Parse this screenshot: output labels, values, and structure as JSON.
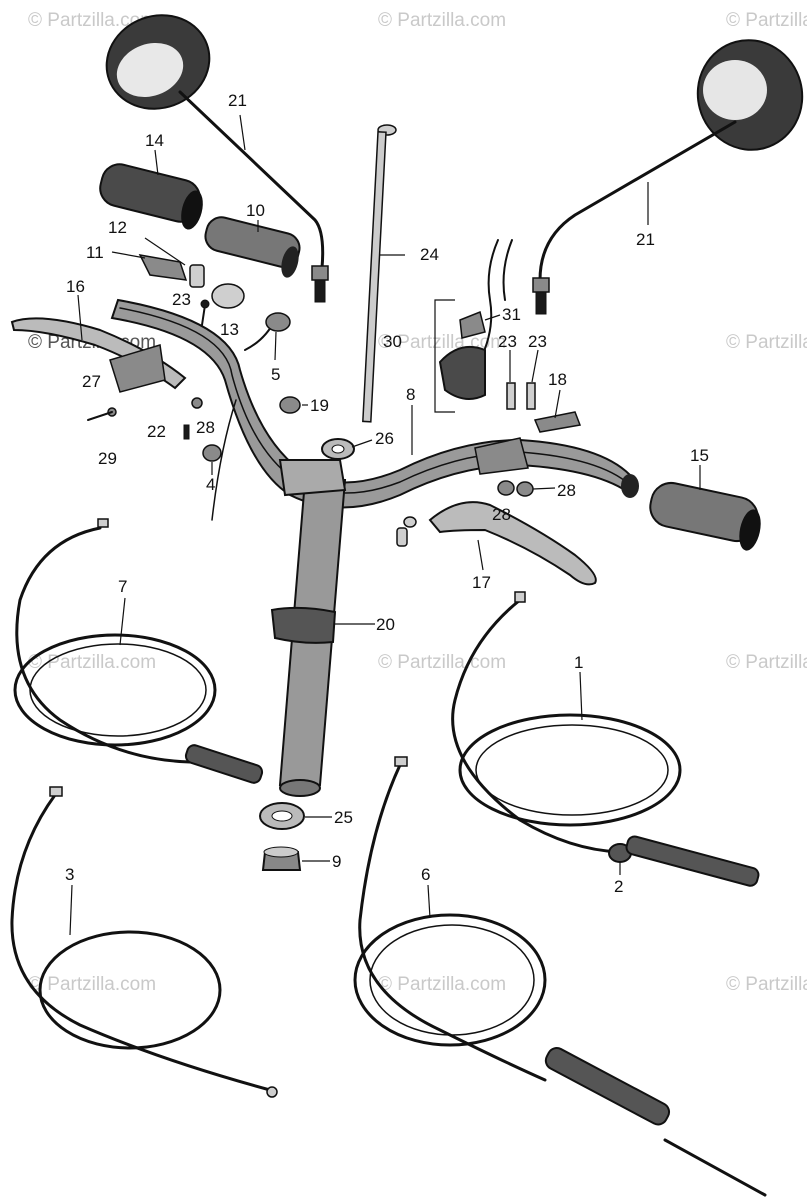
{
  "watermark": "© Partzilla.com",
  "callouts": [
    "21",
    "14",
    "10",
    "12",
    "11",
    "23",
    "13",
    "16",
    "27",
    "29",
    "22",
    "28",
    "5",
    "19",
    "4",
    "24",
    "31",
    "30",
    "23",
    "23",
    "18",
    "8",
    "26",
    "21",
    "15",
    "28",
    "28",
    "17",
    "7",
    "20",
    "1",
    "2",
    "25",
    "9",
    "3",
    "6"
  ]
}
